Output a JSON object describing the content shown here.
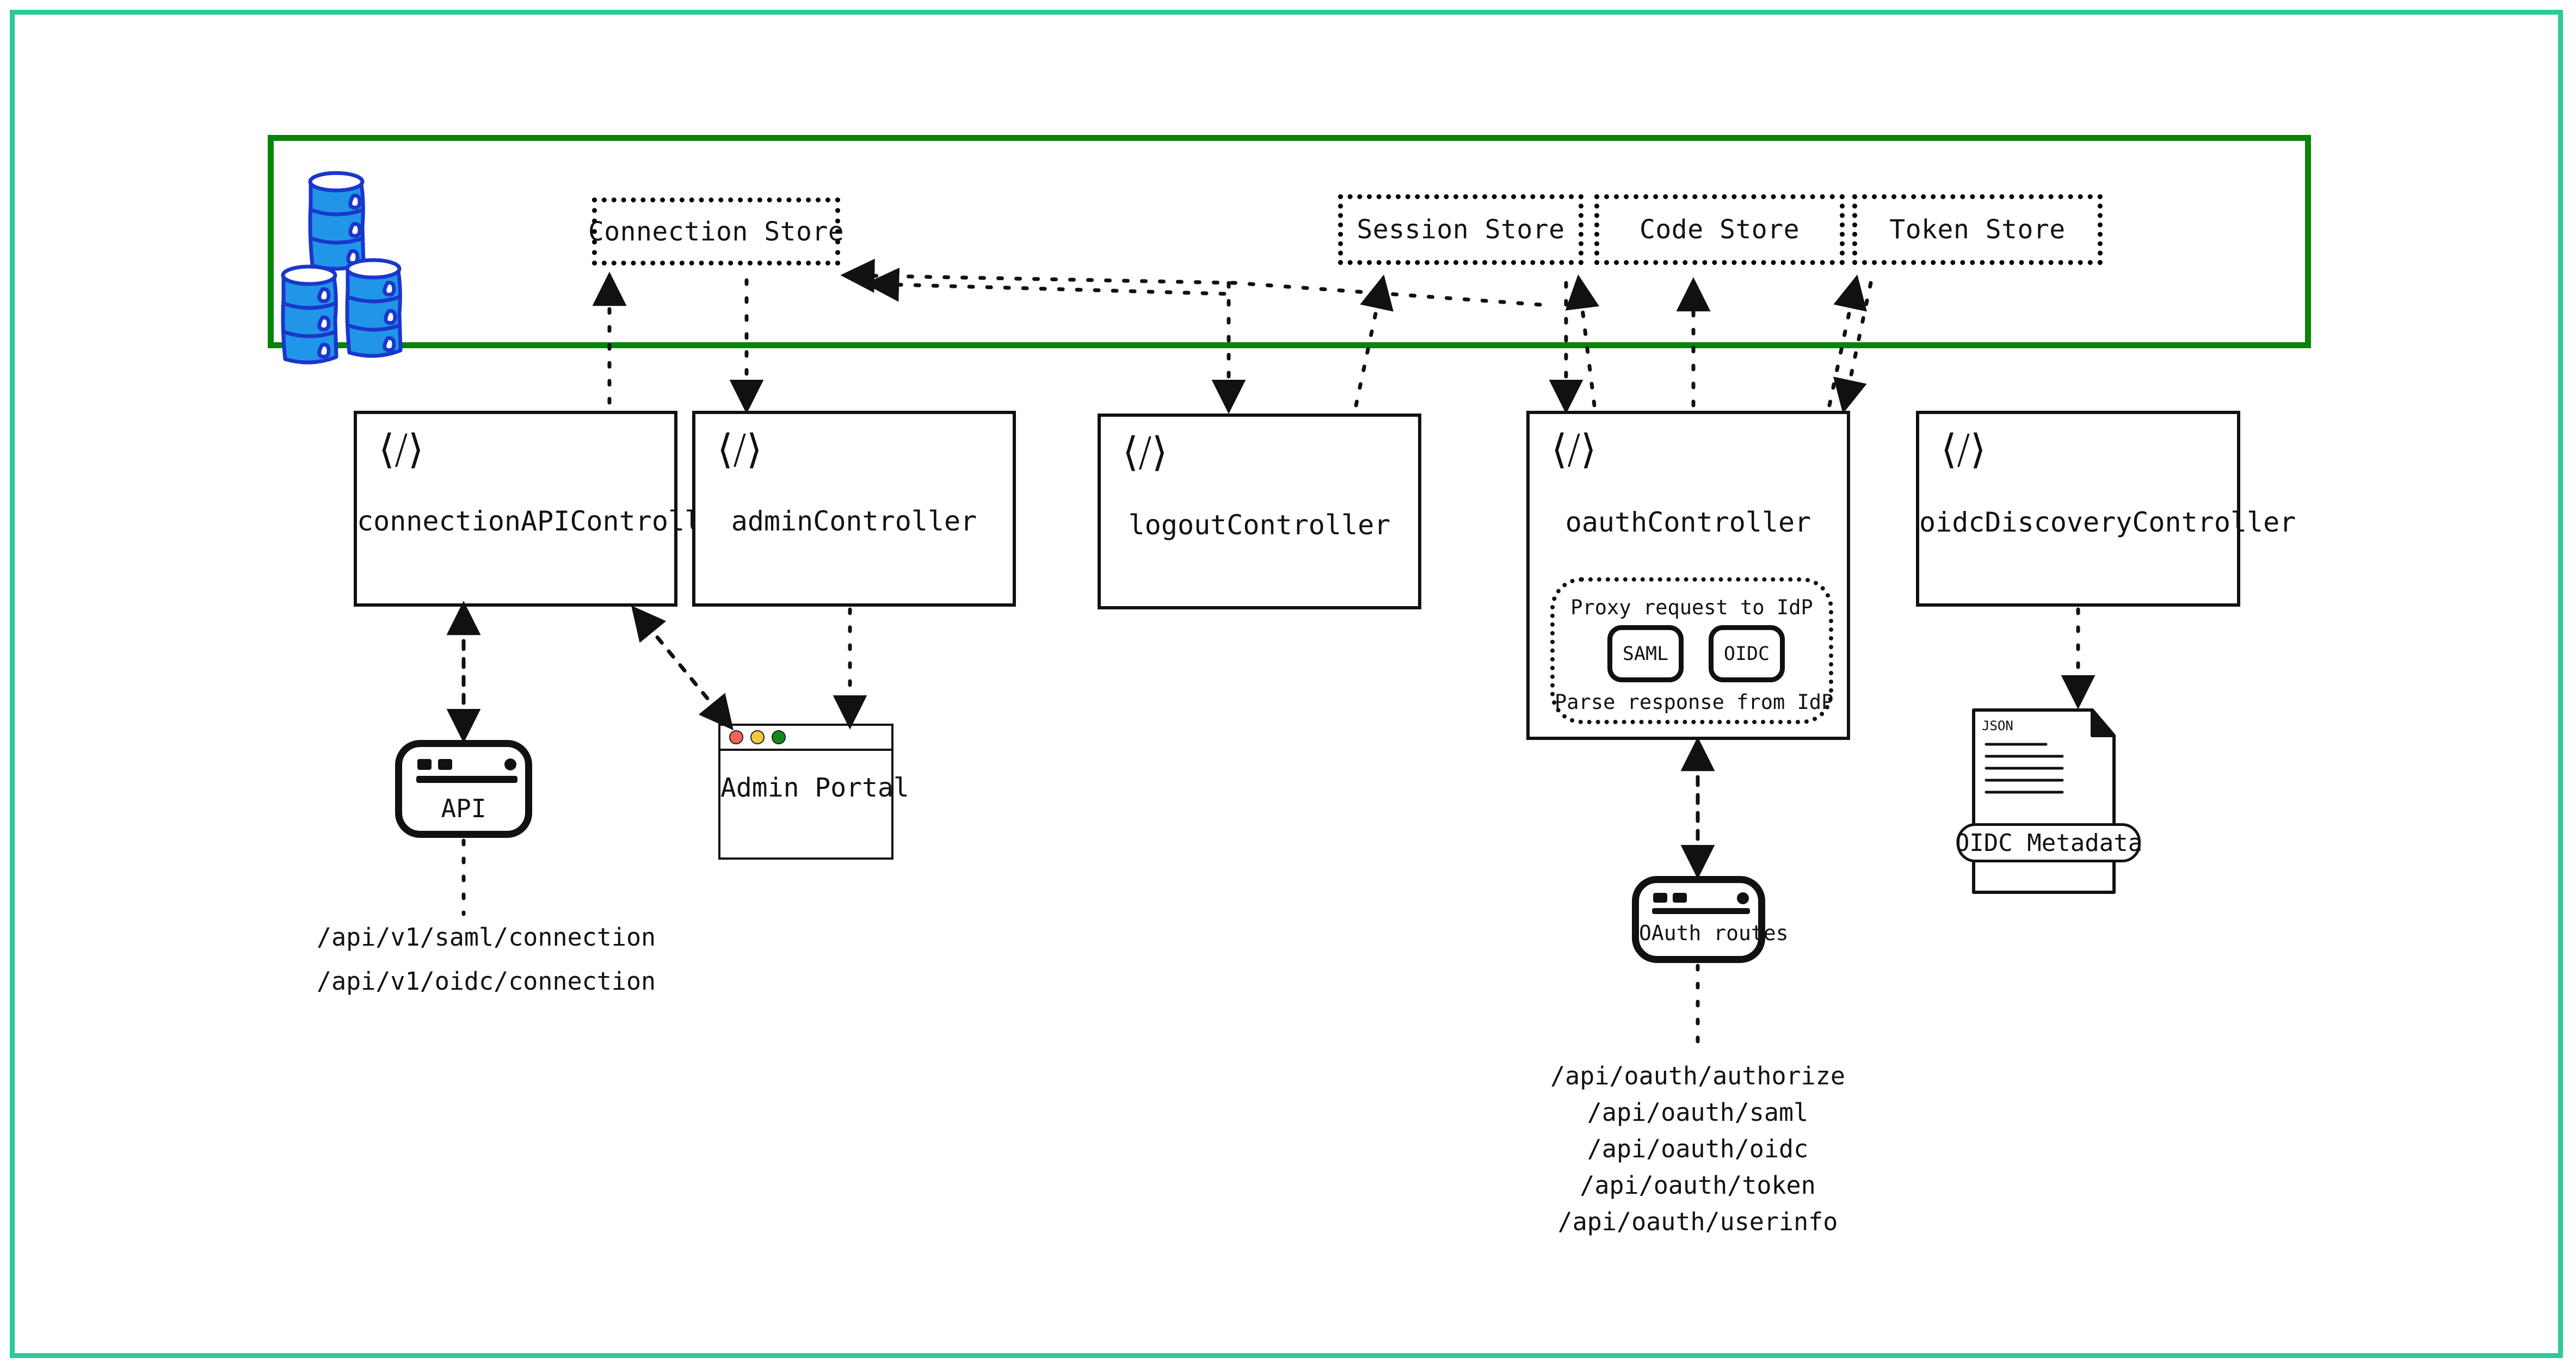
{
  "frame": {
    "accent_color": "#2dc99a"
  },
  "store_container": {
    "border_color": "#088408",
    "db_icon": "database-stack-icon",
    "stores": [
      {
        "name": "connection-store",
        "label": "Connection Store"
      },
      {
        "name": "session-store",
        "label": "Session Store"
      },
      {
        "name": "code-store",
        "label": "Code Store"
      },
      {
        "name": "token-store",
        "label": "Token Store"
      }
    ]
  },
  "controllers": [
    {
      "name": "connection-api-controller",
      "label": "connectionAPIController",
      "icon": "code-brackets-icon"
    },
    {
      "name": "admin-controller",
      "label": "adminController",
      "icon": "code-brackets-icon"
    },
    {
      "name": "logout-controller",
      "label": "logoutController",
      "icon": "code-brackets-icon"
    },
    {
      "name": "oauth-controller",
      "label": "oauthController",
      "icon": "code-brackets-icon"
    },
    {
      "name": "oidc-discovery-controller",
      "label": "oidcDiscoveryController",
      "icon": "code-brackets-icon"
    }
  ],
  "idp_group": {
    "top_caption": "Proxy request to IdP",
    "bottom_caption": "Parse response from IdP",
    "protocols": [
      {
        "name": "saml-protocol-box",
        "label": "SAML"
      },
      {
        "name": "oidc-protocol-box",
        "label": "OIDC"
      }
    ]
  },
  "clients": {
    "api": {
      "label": "API",
      "icon": "api-window-icon"
    },
    "admin_portal": {
      "label": "Admin Portal",
      "icon": "browser-window-icon",
      "traffic_lights": [
        "#f4645a",
        "#f5c842",
        "#13891b"
      ]
    },
    "oauth_routes": {
      "label": "OAuth routes",
      "icon": "browser-window-icon"
    },
    "oidc_metadata": {
      "label": "OIDC Metadata",
      "doc_type": "JSON",
      "icon": "json-document-icon"
    }
  },
  "endpoints": {
    "connection_api": [
      "/api/v1/saml/connection",
      "/api/v1/oidc/connection"
    ],
    "oauth": [
      "/api/oauth/authorize",
      "/api/oauth/saml",
      "/api/oauth/oidc",
      "/api/oauth/token",
      "/api/oauth/userinfo"
    ]
  }
}
